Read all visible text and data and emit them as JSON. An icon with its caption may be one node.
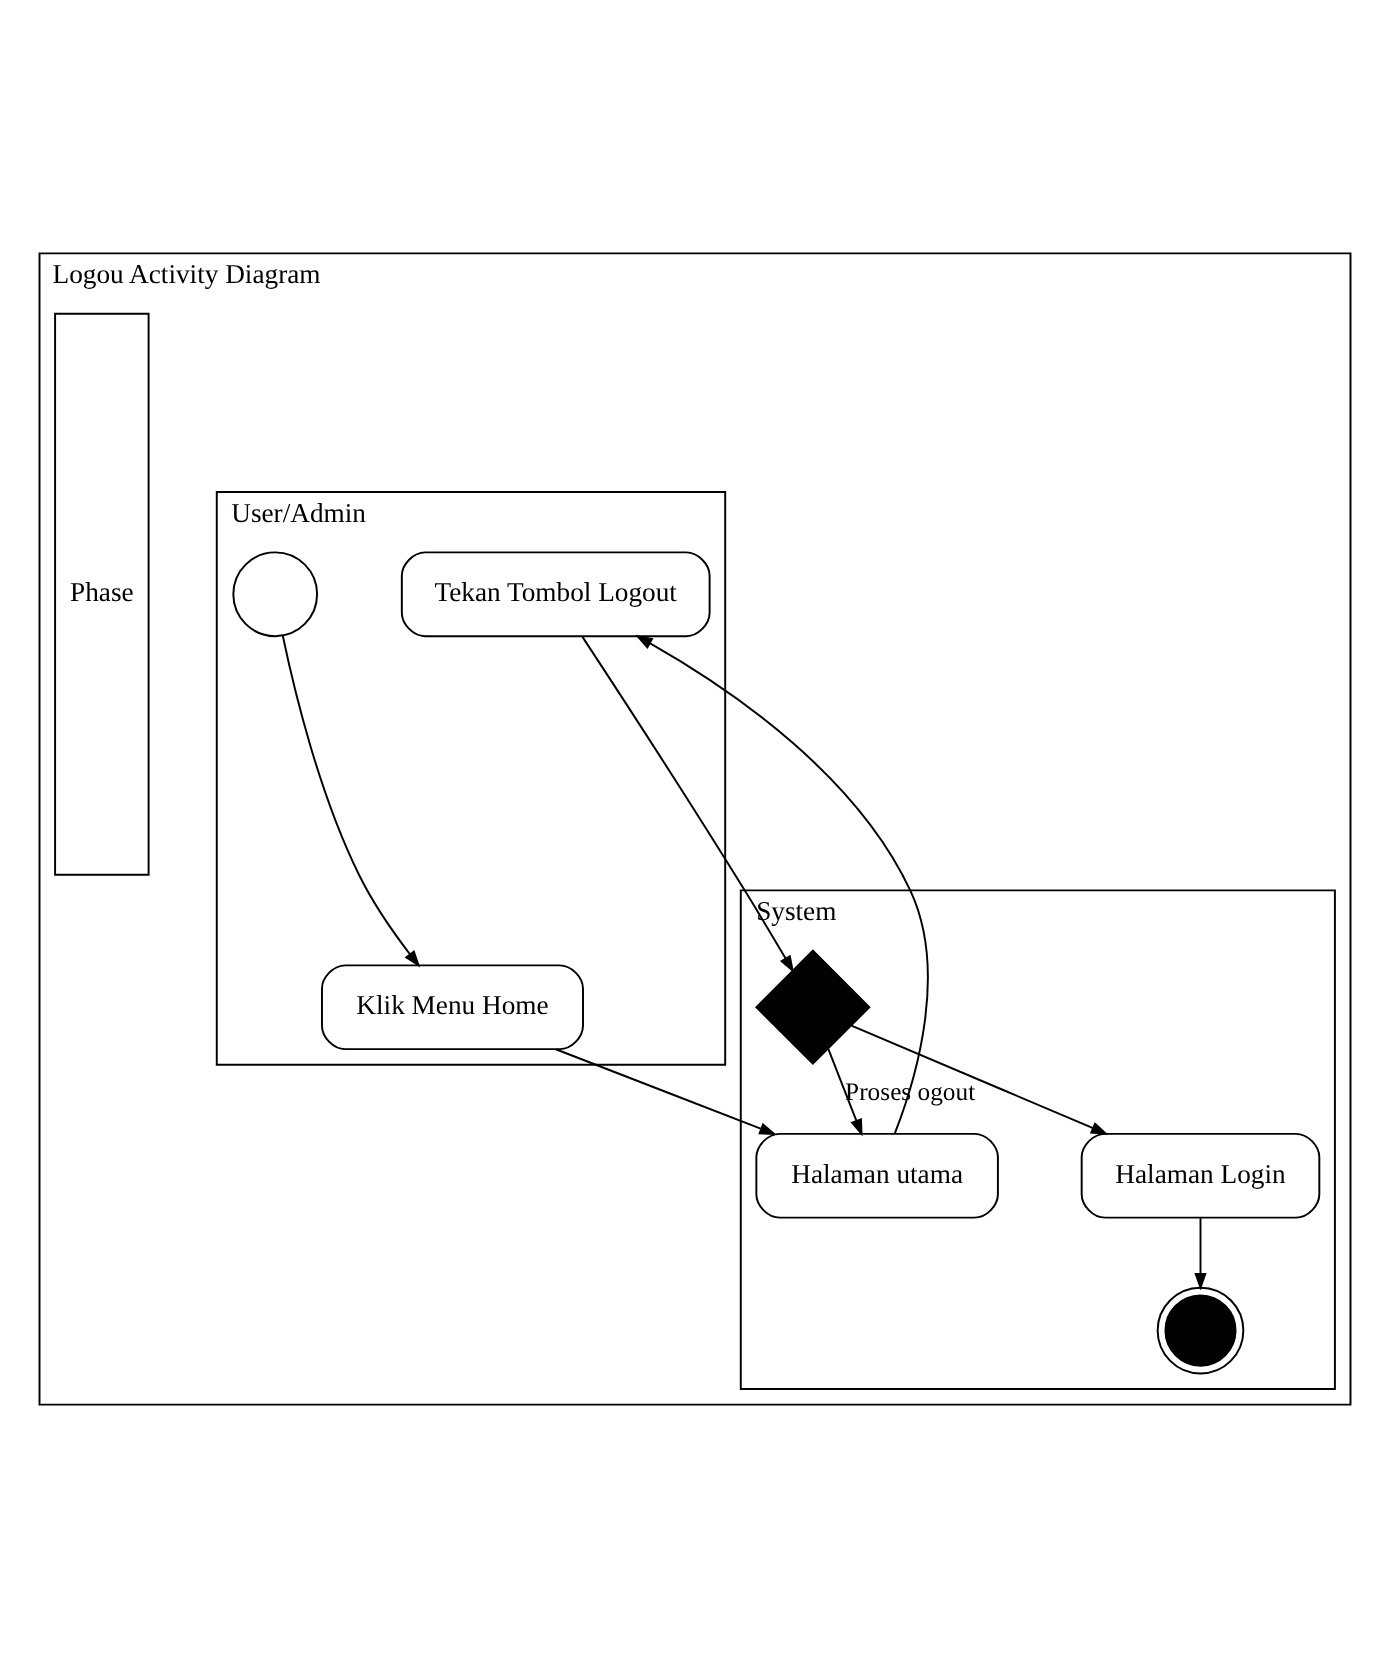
{
  "diagram": {
    "nodes": [
      {
        "text": [
          "Logou Activity Diagram"
        ]
      },
      {
        "text": [
          "Phase"
        ],
        "in": 0
      },
      {
        "text": [
          "User/Admin"
        ],
        "in": 0
      },
      {
        "text": [
          "System"
        ],
        "in": 0
      },
      {
        "text": [],
        "shape": "circle",
        "in": 2
      },
      {
        "text": [
          "Klik Menu Home"
        ],
        "in": 2
      },
      {
        "text": [
          "Halaman utama"
        ],
        "in": 3
      },
      {
        "text": [
          "Tekan Tombol Logout"
        ],
        "in": 2
      },
      {
        "text": [],
        "shape": "diamond",
        "in": 3
      },
      {
        "text": [
          "Halaman Login"
        ],
        "in": 3
      },
      {
        "text": [],
        "shape": "bullseye",
        "in": 3
      }
    ],
    "edges": [
      {
        "from": 4,
        "to": 5,
        "arrow": "to"
      },
      {
        "from": 5,
        "to": 6,
        "arrow": "to"
      },
      {
        "from": 6,
        "to": 7,
        "arrow": "to"
      },
      {
        "from": 7,
        "to": 8,
        "arrow": "to"
      },
      {
        "from": 8,
        "to": 6,
        "arrow": "to"
      },
      {
        "from": 8,
        "to": 9,
        "arrow": "to",
        "label": "Proses ogout"
      },
      {
        "from": 9,
        "to": 10,
        "arrow": "to"
      }
    ]
  }
}
